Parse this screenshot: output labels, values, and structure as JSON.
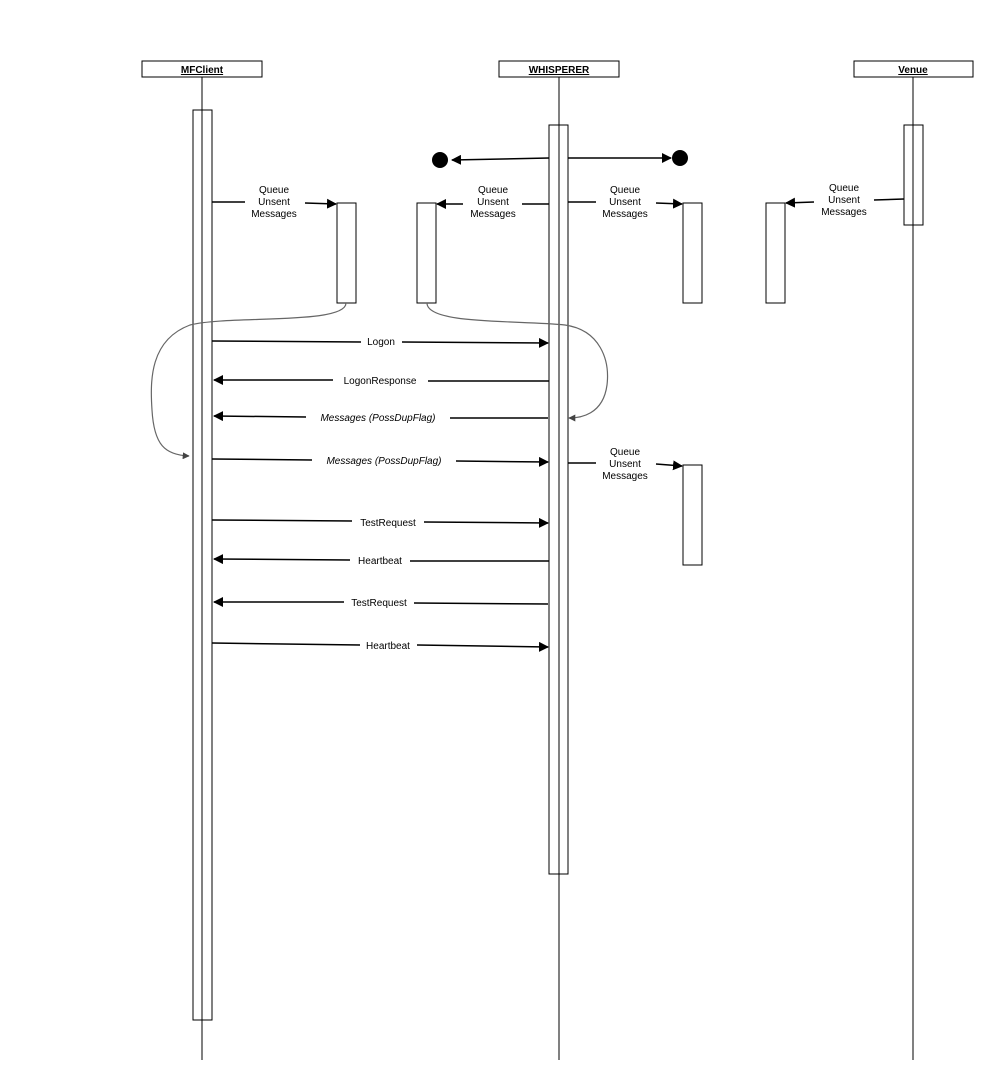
{
  "actors": [
    {
      "id": "mfclient",
      "label": "MFClient"
    },
    {
      "id": "whisperer",
      "label": "WHISPERER"
    },
    {
      "id": "venue",
      "label": "Venue"
    }
  ],
  "messages": {
    "queue_mf": [
      "Queue",
      "Unsent",
      "Messages"
    ],
    "queue_w_left": [
      "Queue",
      "Unsent",
      "Messages"
    ],
    "queue_w_right": [
      "Queue",
      "Unsent",
      "Messages"
    ],
    "queue_venue": [
      "Queue",
      "Unsent",
      "Messages"
    ],
    "queue_w_second": [
      "Queue",
      "Unsent",
      "Messages"
    ],
    "logon": "Logon",
    "logon_response": "LogonResponse",
    "messages_from_whisperer": "Messages (PossDupFlag)",
    "messages_from_client": "Messages (PossDupFlag)",
    "test_request_1": "TestRequest",
    "heartbeat_1": "Heartbeat",
    "test_request_2": "TestRequest",
    "heartbeat_2": "Heartbeat"
  }
}
